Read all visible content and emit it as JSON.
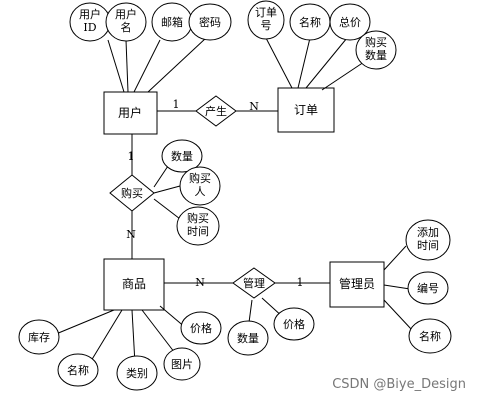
{
  "entities": {
    "user": "用户",
    "order": "订单",
    "product": "商品",
    "admin": "管理员"
  },
  "relationships": {
    "produce": "产生",
    "buy": "购买",
    "manage": "管理"
  },
  "attributes": {
    "user_id": [
      "用户",
      "ID"
    ],
    "user_name": [
      "用户",
      "名"
    ],
    "email": [
      "邮箱"
    ],
    "password": [
      "密码"
    ],
    "order_no": [
      "订单",
      "号"
    ],
    "order_name": [
      "名称"
    ],
    "total_price": [
      "总价"
    ],
    "buy_qty_order": [
      "购买",
      "数量"
    ],
    "buy_qty": [
      "数量"
    ],
    "buyer": [
      "购买",
      "人"
    ],
    "buy_time": [
      "购买",
      "时间"
    ],
    "stock": [
      "库存"
    ],
    "product_name": [
      "名称"
    ],
    "category": [
      "类别"
    ],
    "image": [
      "图片"
    ],
    "product_price": [
      "价格"
    ],
    "manage_qty": [
      "数量"
    ],
    "manage_price": [
      "价格"
    ],
    "add_time": [
      "添加",
      "时间"
    ],
    "admin_no": [
      "编号"
    ],
    "admin_name": [
      "名称"
    ]
  },
  "cardinalities": {
    "user_produce": "1",
    "produce_order": "N",
    "user_buy": "1",
    "buy_product": "N",
    "product_manage": "N",
    "manage_admin": "1"
  },
  "watermark": "CSDN @Biye_Design"
}
